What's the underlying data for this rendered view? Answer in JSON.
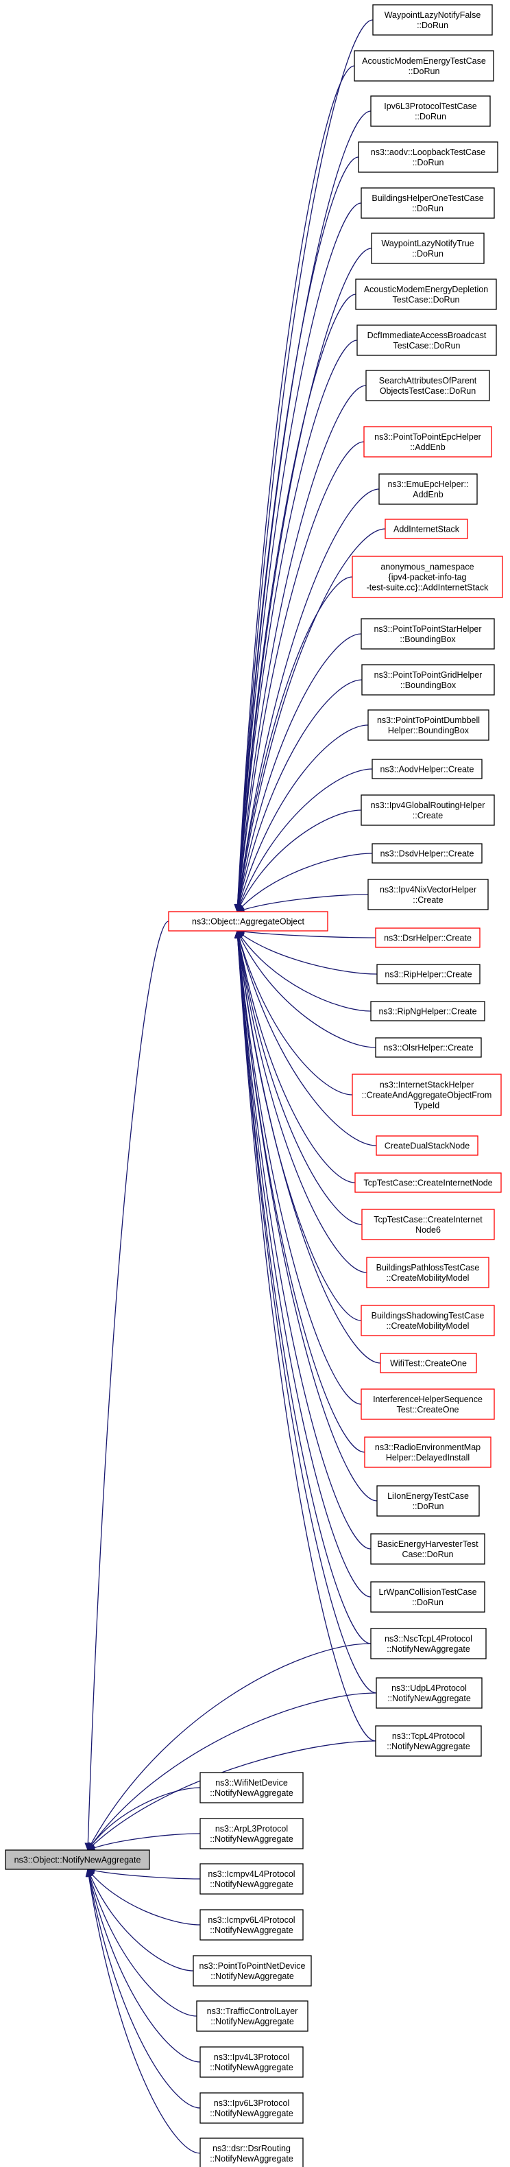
{
  "nodes": [
    {
      "id": "root",
      "lines": [
        "ns3::Object::NotifyNewAggregate"
      ],
      "border": "gray"
    },
    {
      "id": "agg",
      "lines": [
        "ns3::Object::AggregateObject"
      ],
      "border": "red"
    },
    {
      "id": "c1",
      "lines": [
        "WaypointLazyNotifyFalse",
        "::DoRun"
      ],
      "border": "black"
    },
    {
      "id": "c2",
      "lines": [
        "AcousticModemEnergyTestCase",
        "::DoRun"
      ],
      "border": "black"
    },
    {
      "id": "c3",
      "lines": [
        "Ipv6L3ProtocolTestCase",
        "::DoRun"
      ],
      "border": "black"
    },
    {
      "id": "c4",
      "lines": [
        "ns3::aodv::LoopbackTestCase",
        "::DoRun"
      ],
      "border": "black"
    },
    {
      "id": "c5",
      "lines": [
        "BuildingsHelperOneTestCase",
        "::DoRun"
      ],
      "border": "black"
    },
    {
      "id": "c6",
      "lines": [
        "WaypointLazyNotifyTrue",
        "::DoRun"
      ],
      "border": "black"
    },
    {
      "id": "c7",
      "lines": [
        "AcousticModemEnergyDepletion",
        "TestCase::DoRun"
      ],
      "border": "black"
    },
    {
      "id": "c8",
      "lines": [
        "DcfImmediateAccessBroadcast",
        "TestCase::DoRun"
      ],
      "border": "black"
    },
    {
      "id": "c9",
      "lines": [
        "SearchAttributesOfParent",
        "ObjectsTestCase::DoRun"
      ],
      "border": "black"
    },
    {
      "id": "c10",
      "lines": [
        "ns3::PointToPointEpcHelper",
        "::AddEnb"
      ],
      "border": "red"
    },
    {
      "id": "c11",
      "lines": [
        "ns3::EmuEpcHelper::",
        "AddEnb"
      ],
      "border": "black"
    },
    {
      "id": "c12",
      "lines": [
        "AddInternetStack"
      ],
      "border": "red"
    },
    {
      "id": "c13",
      "lines": [
        "anonymous_namespace",
        "{ipv4-packet-info-tag",
        "-test-suite.cc}::AddInternetStack"
      ],
      "border": "red"
    },
    {
      "id": "c14",
      "lines": [
        "ns3::PointToPointStarHelper",
        "::BoundingBox"
      ],
      "border": "black"
    },
    {
      "id": "c15",
      "lines": [
        "ns3::PointToPointGridHelper",
        "::BoundingBox"
      ],
      "border": "black"
    },
    {
      "id": "c16",
      "lines": [
        "ns3::PointToPointDumbbell",
        "Helper::BoundingBox"
      ],
      "border": "black"
    },
    {
      "id": "c17",
      "lines": [
        "ns3::AodvHelper::Create"
      ],
      "border": "black"
    },
    {
      "id": "c18",
      "lines": [
        "ns3::Ipv4GlobalRoutingHelper",
        "::Create"
      ],
      "border": "black"
    },
    {
      "id": "c19",
      "lines": [
        "ns3::DsdvHelper::Create"
      ],
      "border": "black"
    },
    {
      "id": "c20",
      "lines": [
        "ns3::Ipv4NixVectorHelper",
        "::Create"
      ],
      "border": "black"
    },
    {
      "id": "c21",
      "lines": [
        "ns3::DsrHelper::Create"
      ],
      "border": "red"
    },
    {
      "id": "c22",
      "lines": [
        "ns3::RipHelper::Create"
      ],
      "border": "black"
    },
    {
      "id": "c23",
      "lines": [
        "ns3::RipNgHelper::Create"
      ],
      "border": "black"
    },
    {
      "id": "c24",
      "lines": [
        "ns3::OlsrHelper::Create"
      ],
      "border": "black"
    },
    {
      "id": "c25",
      "lines": [
        "ns3::InternetStackHelper",
        "::CreateAndAggregateObjectFrom",
        "TypeId"
      ],
      "border": "red"
    },
    {
      "id": "c26",
      "lines": [
        "CreateDualStackNode"
      ],
      "border": "red"
    },
    {
      "id": "c27",
      "lines": [
        "TcpTestCase::CreateInternetNode"
      ],
      "border": "red"
    },
    {
      "id": "c28",
      "lines": [
        "TcpTestCase::CreateInternet",
        "Node6"
      ],
      "border": "red"
    },
    {
      "id": "c29",
      "lines": [
        "BuildingsPathlossTestCase",
        "::CreateMobilityModel"
      ],
      "border": "red"
    },
    {
      "id": "c30",
      "lines": [
        "BuildingsShadowingTestCase",
        "::CreateMobilityModel"
      ],
      "border": "red"
    },
    {
      "id": "c31",
      "lines": [
        "WifiTest::CreateOne"
      ],
      "border": "red"
    },
    {
      "id": "c32",
      "lines": [
        "InterferenceHelperSequence",
        "Test::CreateOne"
      ],
      "border": "red"
    },
    {
      "id": "c33",
      "lines": [
        "ns3::RadioEnvironmentMap",
        "Helper::DelayedInstall"
      ],
      "border": "red"
    },
    {
      "id": "c34",
      "lines": [
        "LiIonEnergyTestCase",
        "::DoRun"
      ],
      "border": "black"
    },
    {
      "id": "c35",
      "lines": [
        "BasicEnergyHarvesterTest",
        "Case::DoRun"
      ],
      "border": "black"
    },
    {
      "id": "c36",
      "lines": [
        "LrWpanCollisionTestCase",
        "::DoRun"
      ],
      "border": "black"
    },
    {
      "id": "n1",
      "lines": [
        "ns3::NscTcpL4Protocol",
        "::NotifyNewAggregate"
      ],
      "border": "black"
    },
    {
      "id": "n2",
      "lines": [
        "ns3::UdpL4Protocol",
        "::NotifyNewAggregate"
      ],
      "border": "black"
    },
    {
      "id": "n3",
      "lines": [
        "ns3::TcpL4Protocol",
        "::NotifyNewAggregate"
      ],
      "border": "black"
    },
    {
      "id": "d1",
      "lines": [
        "ns3::WifiNetDevice",
        "::NotifyNewAggregate"
      ],
      "border": "black"
    },
    {
      "id": "d2",
      "lines": [
        "ns3::ArpL3Protocol",
        "::NotifyNewAggregate"
      ],
      "border": "black"
    },
    {
      "id": "d3",
      "lines": [
        "ns3::Icmpv4L4Protocol",
        "::NotifyNewAggregate"
      ],
      "border": "black"
    },
    {
      "id": "d4",
      "lines": [
        "ns3::Icmpv6L4Protocol",
        "::NotifyNewAggregate"
      ],
      "border": "black"
    },
    {
      "id": "d5",
      "lines": [
        "ns3::PointToPointNetDevice",
        "::NotifyNewAggregate"
      ],
      "border": "black"
    },
    {
      "id": "d6",
      "lines": [
        "ns3::TrafficControlLayer",
        "::NotifyNewAggregate"
      ],
      "border": "black"
    },
    {
      "id": "d7",
      "lines": [
        "ns3::Ipv4L3Protocol",
        "::NotifyNewAggregate"
      ],
      "border": "black"
    },
    {
      "id": "d8",
      "lines": [
        "ns3::Ipv6L3Protocol",
        "::NotifyNewAggregate"
      ],
      "border": "black"
    },
    {
      "id": "d9",
      "lines": [
        "ns3::dsr::DsrRouting",
        "::NotifyNewAggregate"
      ],
      "border": "black"
    }
  ],
  "edges": [
    [
      "agg",
      "root"
    ],
    [
      "n1",
      "root"
    ],
    [
      "n2",
      "root"
    ],
    [
      "n3",
      "root"
    ],
    [
      "d1",
      "root"
    ],
    [
      "d2",
      "root"
    ],
    [
      "d3",
      "root"
    ],
    [
      "d4",
      "root"
    ],
    [
      "d5",
      "root"
    ],
    [
      "d6",
      "root"
    ],
    [
      "d7",
      "root"
    ],
    [
      "d8",
      "root"
    ],
    [
      "d9",
      "root"
    ],
    [
      "c1",
      "agg"
    ],
    [
      "c2",
      "agg"
    ],
    [
      "c3",
      "agg"
    ],
    [
      "c4",
      "agg"
    ],
    [
      "c5",
      "agg"
    ],
    [
      "c6",
      "agg"
    ],
    [
      "c7",
      "agg"
    ],
    [
      "c8",
      "agg"
    ],
    [
      "c9",
      "agg"
    ],
    [
      "c10",
      "agg"
    ],
    [
      "c11",
      "agg"
    ],
    [
      "c12",
      "agg"
    ],
    [
      "c13",
      "agg"
    ],
    [
      "c14",
      "agg"
    ],
    [
      "c15",
      "agg"
    ],
    [
      "c16",
      "agg"
    ],
    [
      "c17",
      "agg"
    ],
    [
      "c18",
      "agg"
    ],
    [
      "c19",
      "agg"
    ],
    [
      "c20",
      "agg"
    ],
    [
      "c21",
      "agg"
    ],
    [
      "c22",
      "agg"
    ],
    [
      "c23",
      "agg"
    ],
    [
      "c24",
      "agg"
    ],
    [
      "c25",
      "agg"
    ],
    [
      "c26",
      "agg"
    ],
    [
      "c27",
      "agg"
    ],
    [
      "c28",
      "agg"
    ],
    [
      "c29",
      "agg"
    ],
    [
      "c30",
      "agg"
    ],
    [
      "c31",
      "agg"
    ],
    [
      "c32",
      "agg"
    ],
    [
      "c33",
      "agg"
    ],
    [
      "c34",
      "agg"
    ],
    [
      "c35",
      "agg"
    ],
    [
      "c36",
      "agg"
    ],
    [
      "n1",
      "agg"
    ],
    [
      "n2",
      "agg"
    ],
    [
      "n3",
      "agg"
    ]
  ],
  "colors": {
    "edge": "#191970",
    "red_border": "#ff0000",
    "black_border": "#000000",
    "root_fill": "#bfbfbf"
  }
}
